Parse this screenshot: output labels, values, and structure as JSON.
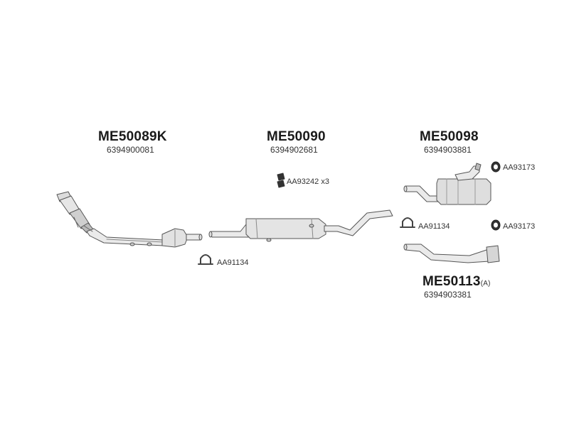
{
  "groups": [
    {
      "code": "ME50089K",
      "number": "6394900081"
    },
    {
      "code": "ME50090",
      "number": "6394902681"
    },
    {
      "code": "ME50098",
      "number": "6394903881"
    },
    {
      "code": "ME50113",
      "suffix": "(A)",
      "number": "6394903381"
    }
  ],
  "accessories": [
    {
      "label": "AA93242 x3",
      "icon": "gasket-icon"
    },
    {
      "label": "AA93173",
      "icon": "rubber-mount-icon"
    },
    {
      "label": "AA91134",
      "icon": "clamp-icon"
    },
    {
      "label": "AA93173",
      "icon": "rubber-mount-icon"
    },
    {
      "label": "AA91134",
      "icon": "clamp-icon"
    }
  ],
  "colors": {
    "line": "#555555",
    "fill": "#e6e6e6",
    "dark": "#333333"
  }
}
